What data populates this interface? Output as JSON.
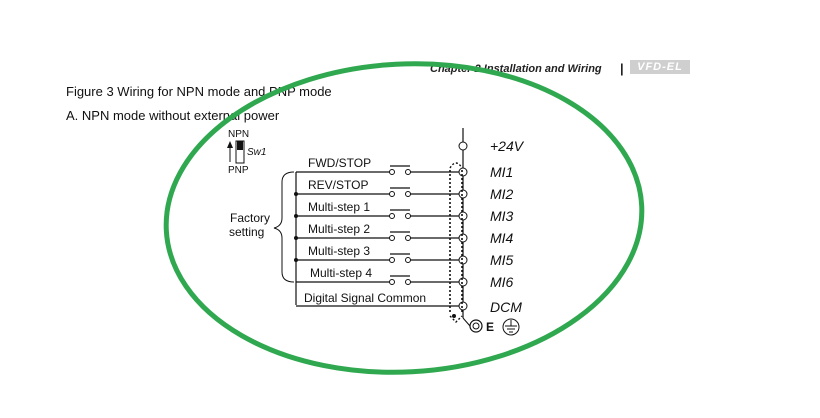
{
  "header": {
    "chapter_text": "Chapter 2 Installation and Wiring",
    "separator": "|",
    "logo_text": "VFD-EL"
  },
  "figure": {
    "title": "Figure 3 Wiring for NPN mode and PNP mode",
    "subtitle": "A. NPN mode without external power"
  },
  "switch": {
    "npn_label": "NPN",
    "pnp_label": "PNP",
    "name_label": "Sw1"
  },
  "factory_setting": {
    "line1": "Factory",
    "line2": "setting"
  },
  "inputs": [
    {
      "label": "FWD/STOP",
      "terminal": "MI1"
    },
    {
      "label": "REV/STOP",
      "terminal": "MI2"
    },
    {
      "label": "Multi-step 1",
      "terminal": "MI3"
    },
    {
      "label": "Multi-step 2",
      "terminal": "MI4"
    },
    {
      "label": "Multi-step 3",
      "terminal": "MI5"
    },
    {
      "label": "Multi-step 4",
      "terminal": "MI6"
    }
  ],
  "power_terminal": "+24V",
  "common": {
    "label": "Digital Signal Common",
    "terminal": "DCM"
  },
  "ground": {
    "terminal_letter": "E"
  },
  "annotation": {
    "ellipse_color": "#2fa84f"
  }
}
